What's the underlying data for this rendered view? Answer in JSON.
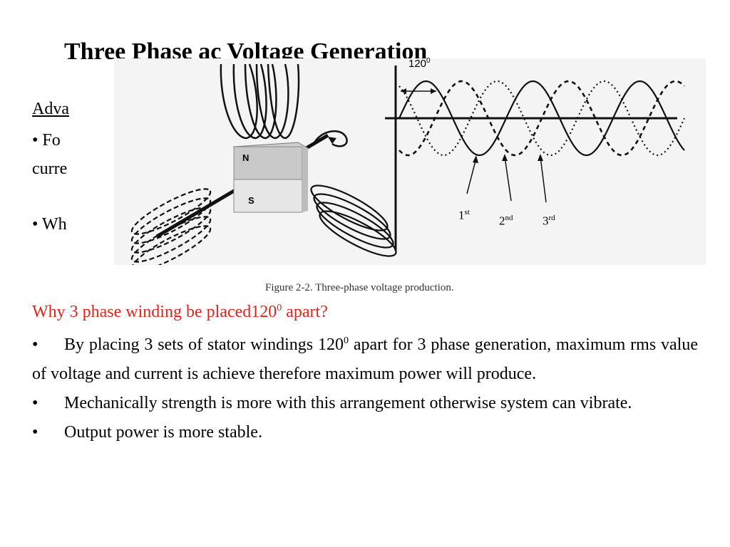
{
  "title": "Three Phase ac Voltage Generation",
  "partial_text": {
    "advantages": "Adva",
    "bullet1": "• Fo",
    "bullet1_cont": "curre",
    "bullet2": "• Wh"
  },
  "figure": {
    "angle_label": "120",
    "angle_sup": "0",
    "phase_labels": [
      {
        "num": "1",
        "sup": "st"
      },
      {
        "num": "2",
        "sup": "nd"
      },
      {
        "num": "3",
        "sup": "rd"
      }
    ],
    "magnet_north": "N",
    "magnet_south": "S",
    "caption": "Figure 2-2.  Three-phase voltage production."
  },
  "question": {
    "text": "Why 3 phase winding be placed120",
    "sup": "0",
    "tail": " apart?"
  },
  "bullets": [
    {
      "marker": "•",
      "pre": "By placing 3 sets of stator windings 120",
      "sup": "0",
      "post": " apart for 3 phase generation, maximum rms value of voltage and current is achieve therefore maximum power will produce."
    },
    {
      "marker": "•",
      "pre": "Mechanically strength is more with this arrangement otherwise system can vibrate.",
      "sup": "",
      "post": ""
    },
    {
      "marker": "•",
      "pre": "Output power is more stable.",
      "sup": "",
      "post": ""
    }
  ]
}
